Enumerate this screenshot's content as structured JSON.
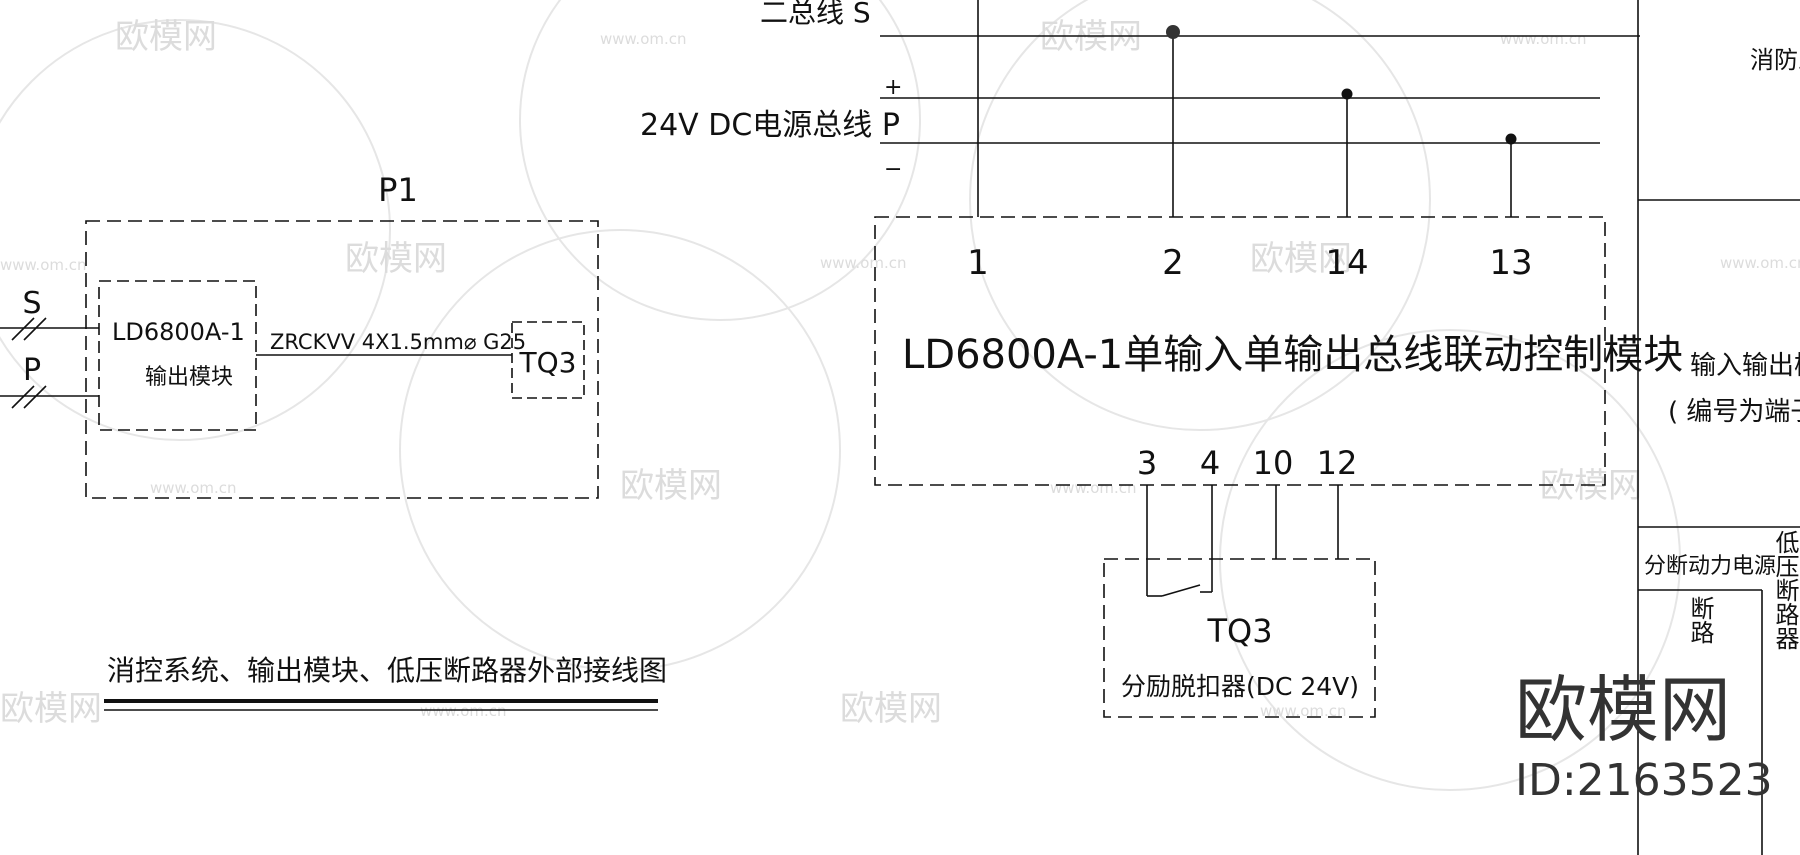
{
  "bus_labels": {
    "signal_bus": "二总线 S",
    "power_bus": "24V DC电源总线 P",
    "plus": "+",
    "minus": "−"
  },
  "left_block": {
    "group_label": "P1",
    "line_s": "S",
    "line_p": "P",
    "module_model": "LD6800A-1",
    "module_name": "输出模块",
    "cable_spec": "ZRCKVV 4X1.5mm⌀ G25",
    "breaker": "TQ3"
  },
  "drawing_title": "消控系统、输出模块、低压断路器外部接线图",
  "module_block": {
    "title": "LD6800A-1单输入单输出总线联动控制模块",
    "top_terminals": [
      "1",
      "2",
      "14",
      "13"
    ],
    "bottom_terminals": [
      "3",
      "4",
      "10",
      "12"
    ]
  },
  "breaker_block": {
    "label": "TQ3",
    "description": "分励脱扣器(DC 24V)"
  },
  "right_table": {
    "row1": "消防总线",
    "row2_line1": "输入输出模块",
    "row2_line2": "( 编号为端子",
    "row3_header": "分断动力电源",
    "row3_col1": "断路",
    "row3_col2": "低压断路器"
  },
  "watermark": {
    "brand": "欧模网",
    "url": "www.om.cn",
    "id": "ID:2163523"
  },
  "colors": {
    "line": "#111111",
    "watermark": "#dcdcdc",
    "background": "#ffffff"
  }
}
